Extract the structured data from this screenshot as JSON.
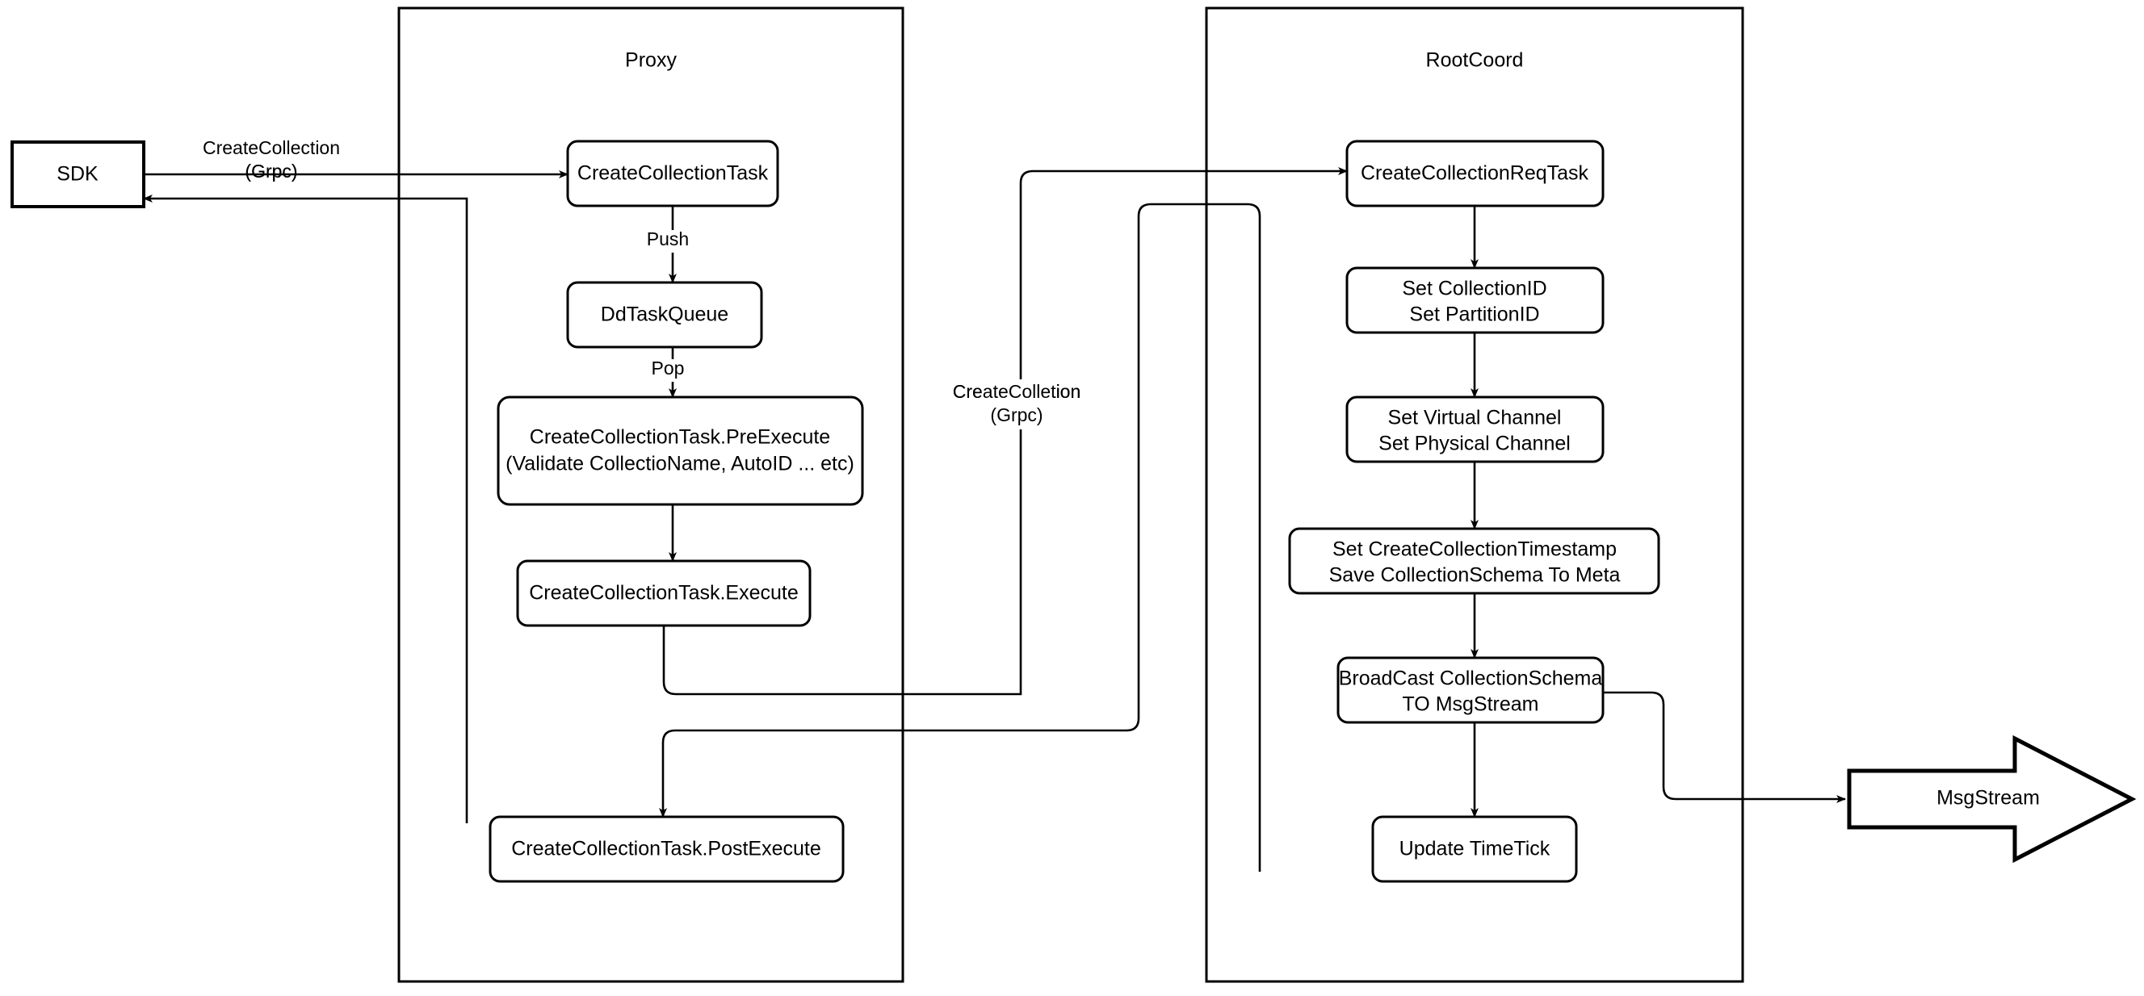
{
  "diagram": {
    "title": "Milvus CreateCollection Flow",
    "background_color": "#ffffff",
    "line_color": "#000000",
    "containers": [
      {
        "id": "proxy",
        "label": "Proxy"
      },
      {
        "id": "rootcoord",
        "label": "RootCoord"
      }
    ],
    "nodes": {
      "sdk": {
        "label": "SDK",
        "shape": "rect"
      },
      "create_collection_task": {
        "label": "CreateCollectionTask",
        "shape": "rounded-rect"
      },
      "dd_task_queue": {
        "label": "DdTaskQueue",
        "shape": "rounded-rect"
      },
      "pre_execute_line1": {
        "label": "CreateCollectionTask.PreExecute"
      },
      "pre_execute_line2": {
        "label": "(Validate CollectioName, AutoID ... etc)"
      },
      "execute": {
        "label": "CreateCollectionTask.Execute",
        "shape": "rounded-rect"
      },
      "post_execute": {
        "label": "CreateCollectionTask.PostExecute",
        "shape": "rounded-rect"
      },
      "req_task": {
        "label": "CreateCollectionReqTask",
        "shape": "rounded-rect"
      },
      "set_ids_line1": {
        "label": "Set CollectionID"
      },
      "set_ids_line2": {
        "label": "Set PartitionID"
      },
      "set_channel_line1": {
        "label": "Set Virtual Channel"
      },
      "set_channel_line2": {
        "label": "Set Physical Channel"
      },
      "set_ts_line1": {
        "label": "Set CreateCollectionTimestamp"
      },
      "set_ts_line2": {
        "label": "Save CollectionSchema To Meta"
      },
      "broadcast_line1": {
        "label": "BroadCast CollectionSchema"
      },
      "broadcast_line2": {
        "label": "TO MsgStream"
      },
      "update_timetick": {
        "label": "Update TimeTick",
        "shape": "rounded-rect"
      },
      "msgstream": {
        "label": "MsgStream",
        "shape": "block-arrow"
      }
    },
    "edge_labels": {
      "sdk_to_proxy_line1": "CreateCollection",
      "sdk_to_proxy_line2": "(Grpc)",
      "push": "Push",
      "pop": "Pop",
      "proxy_to_rootcoord_line1": "CreateColletion",
      "proxy_to_rootcoord_line2": "(Grpc)"
    }
  }
}
